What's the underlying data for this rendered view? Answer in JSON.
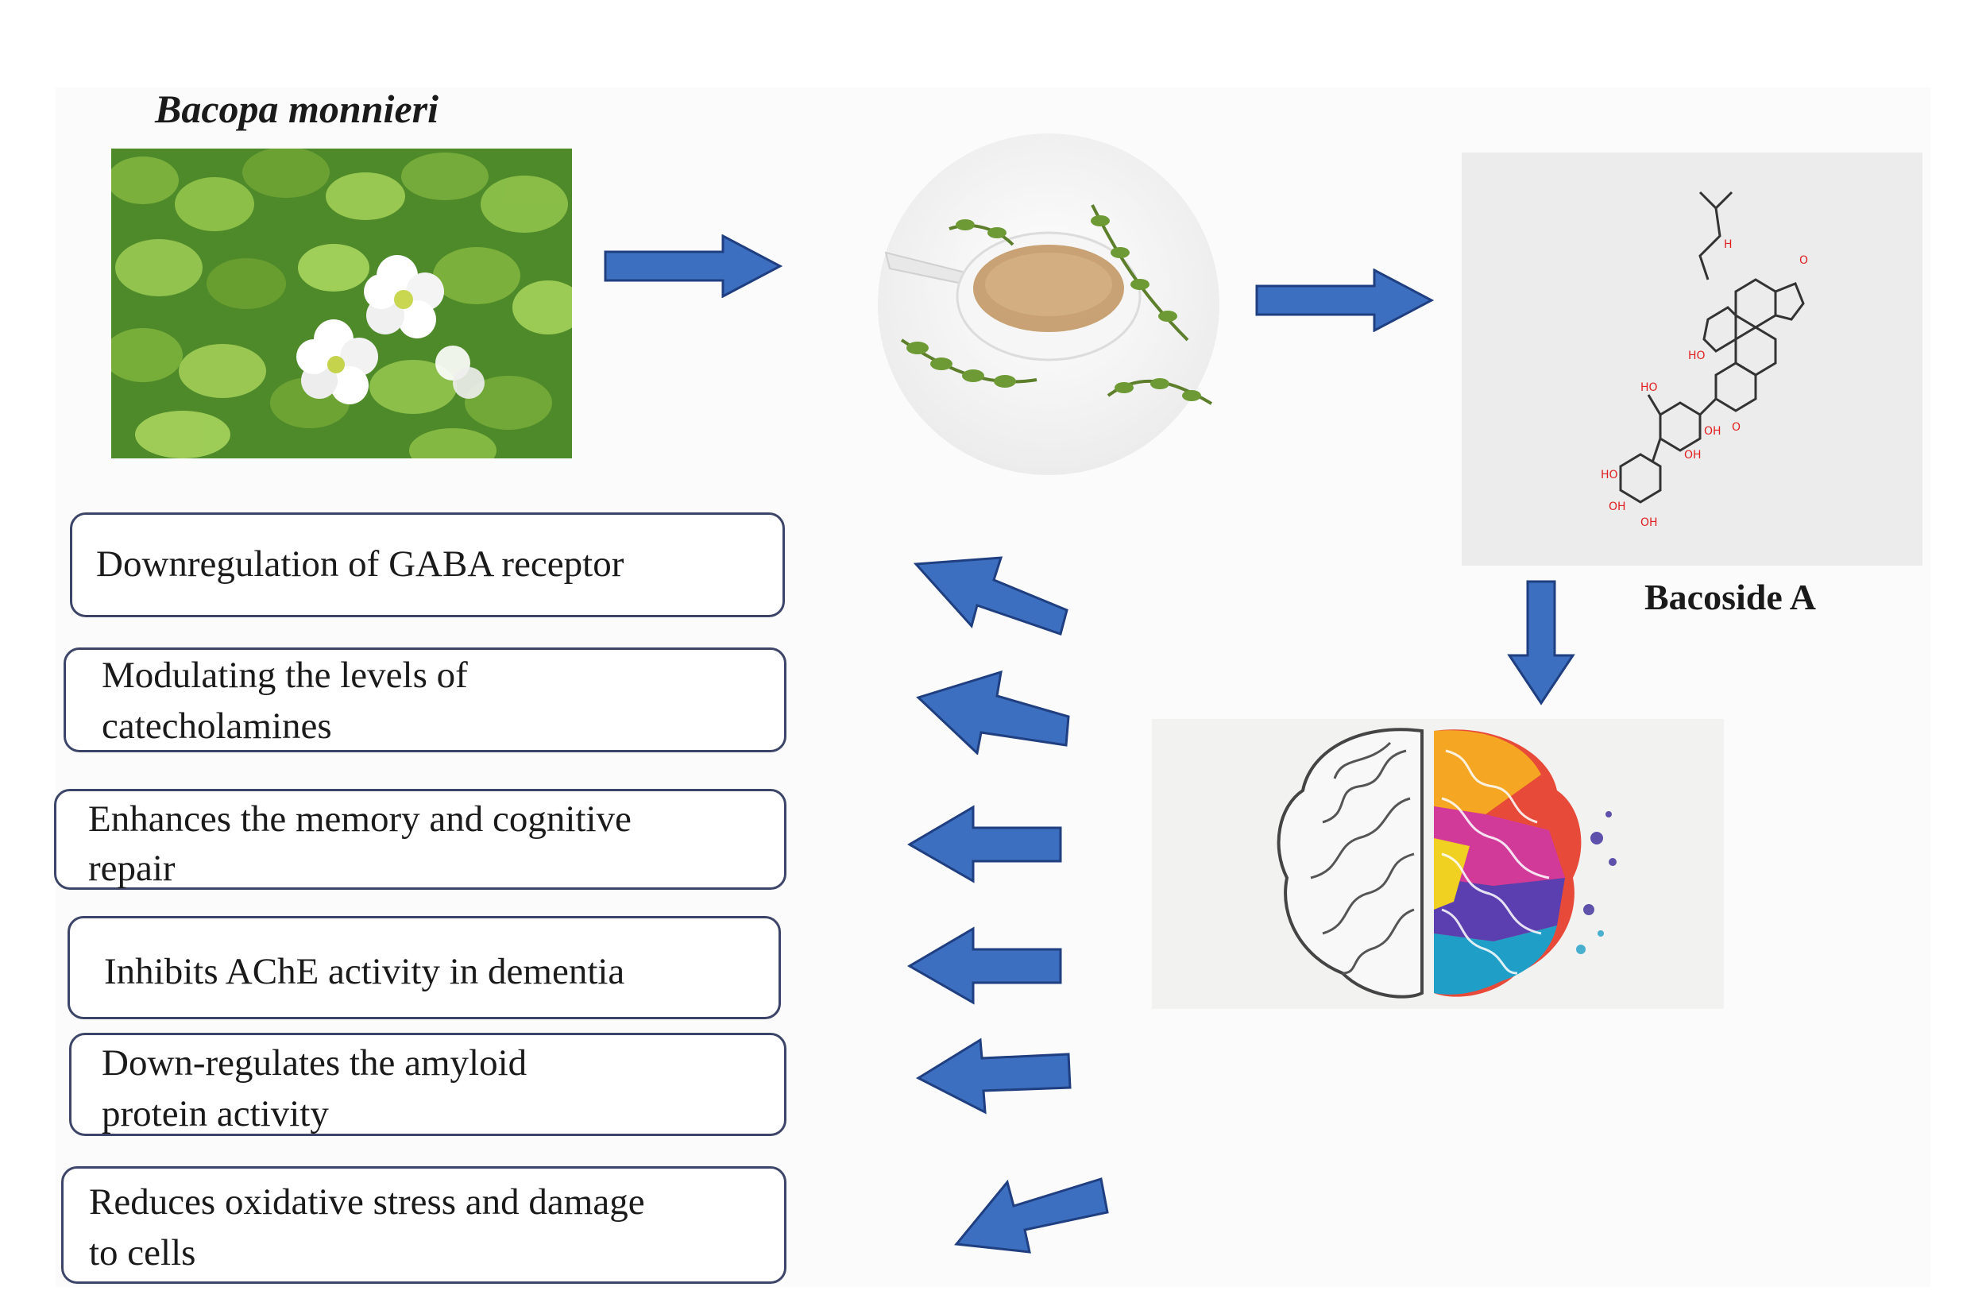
{
  "plant": {
    "title": "Bacopa monnieri",
    "photo_icon": "bacopa-plant-photo"
  },
  "powder": {
    "photo_icon": "bacopa-powder-bowl"
  },
  "compound": {
    "label": "Bacoside A",
    "structure_icon": "bacoside-a-structure"
  },
  "brain": {
    "image_icon": "brain-illustration"
  },
  "effects": [
    {
      "line1": "Downregulation of GABA receptor",
      "line2": ""
    },
    {
      "line1": "Modulating the levels of",
      "line2": "catecholamines"
    },
    {
      "line1": "Enhances the memory and cognitive",
      "line2": "repair"
    },
    {
      "line1": "Inhibits AChE activity in dementia",
      "line2": ""
    },
    {
      "line1": "Down-regulates the amyloid",
      "line2": "protein activity"
    },
    {
      "line1": "Reduces oxidative stress and damage",
      "line2": "to cells"
    }
  ],
  "colors": {
    "arrow_fill": "#3d6fc0",
    "arrow_stroke": "#1f3f80",
    "box_border": "#3c4568"
  }
}
